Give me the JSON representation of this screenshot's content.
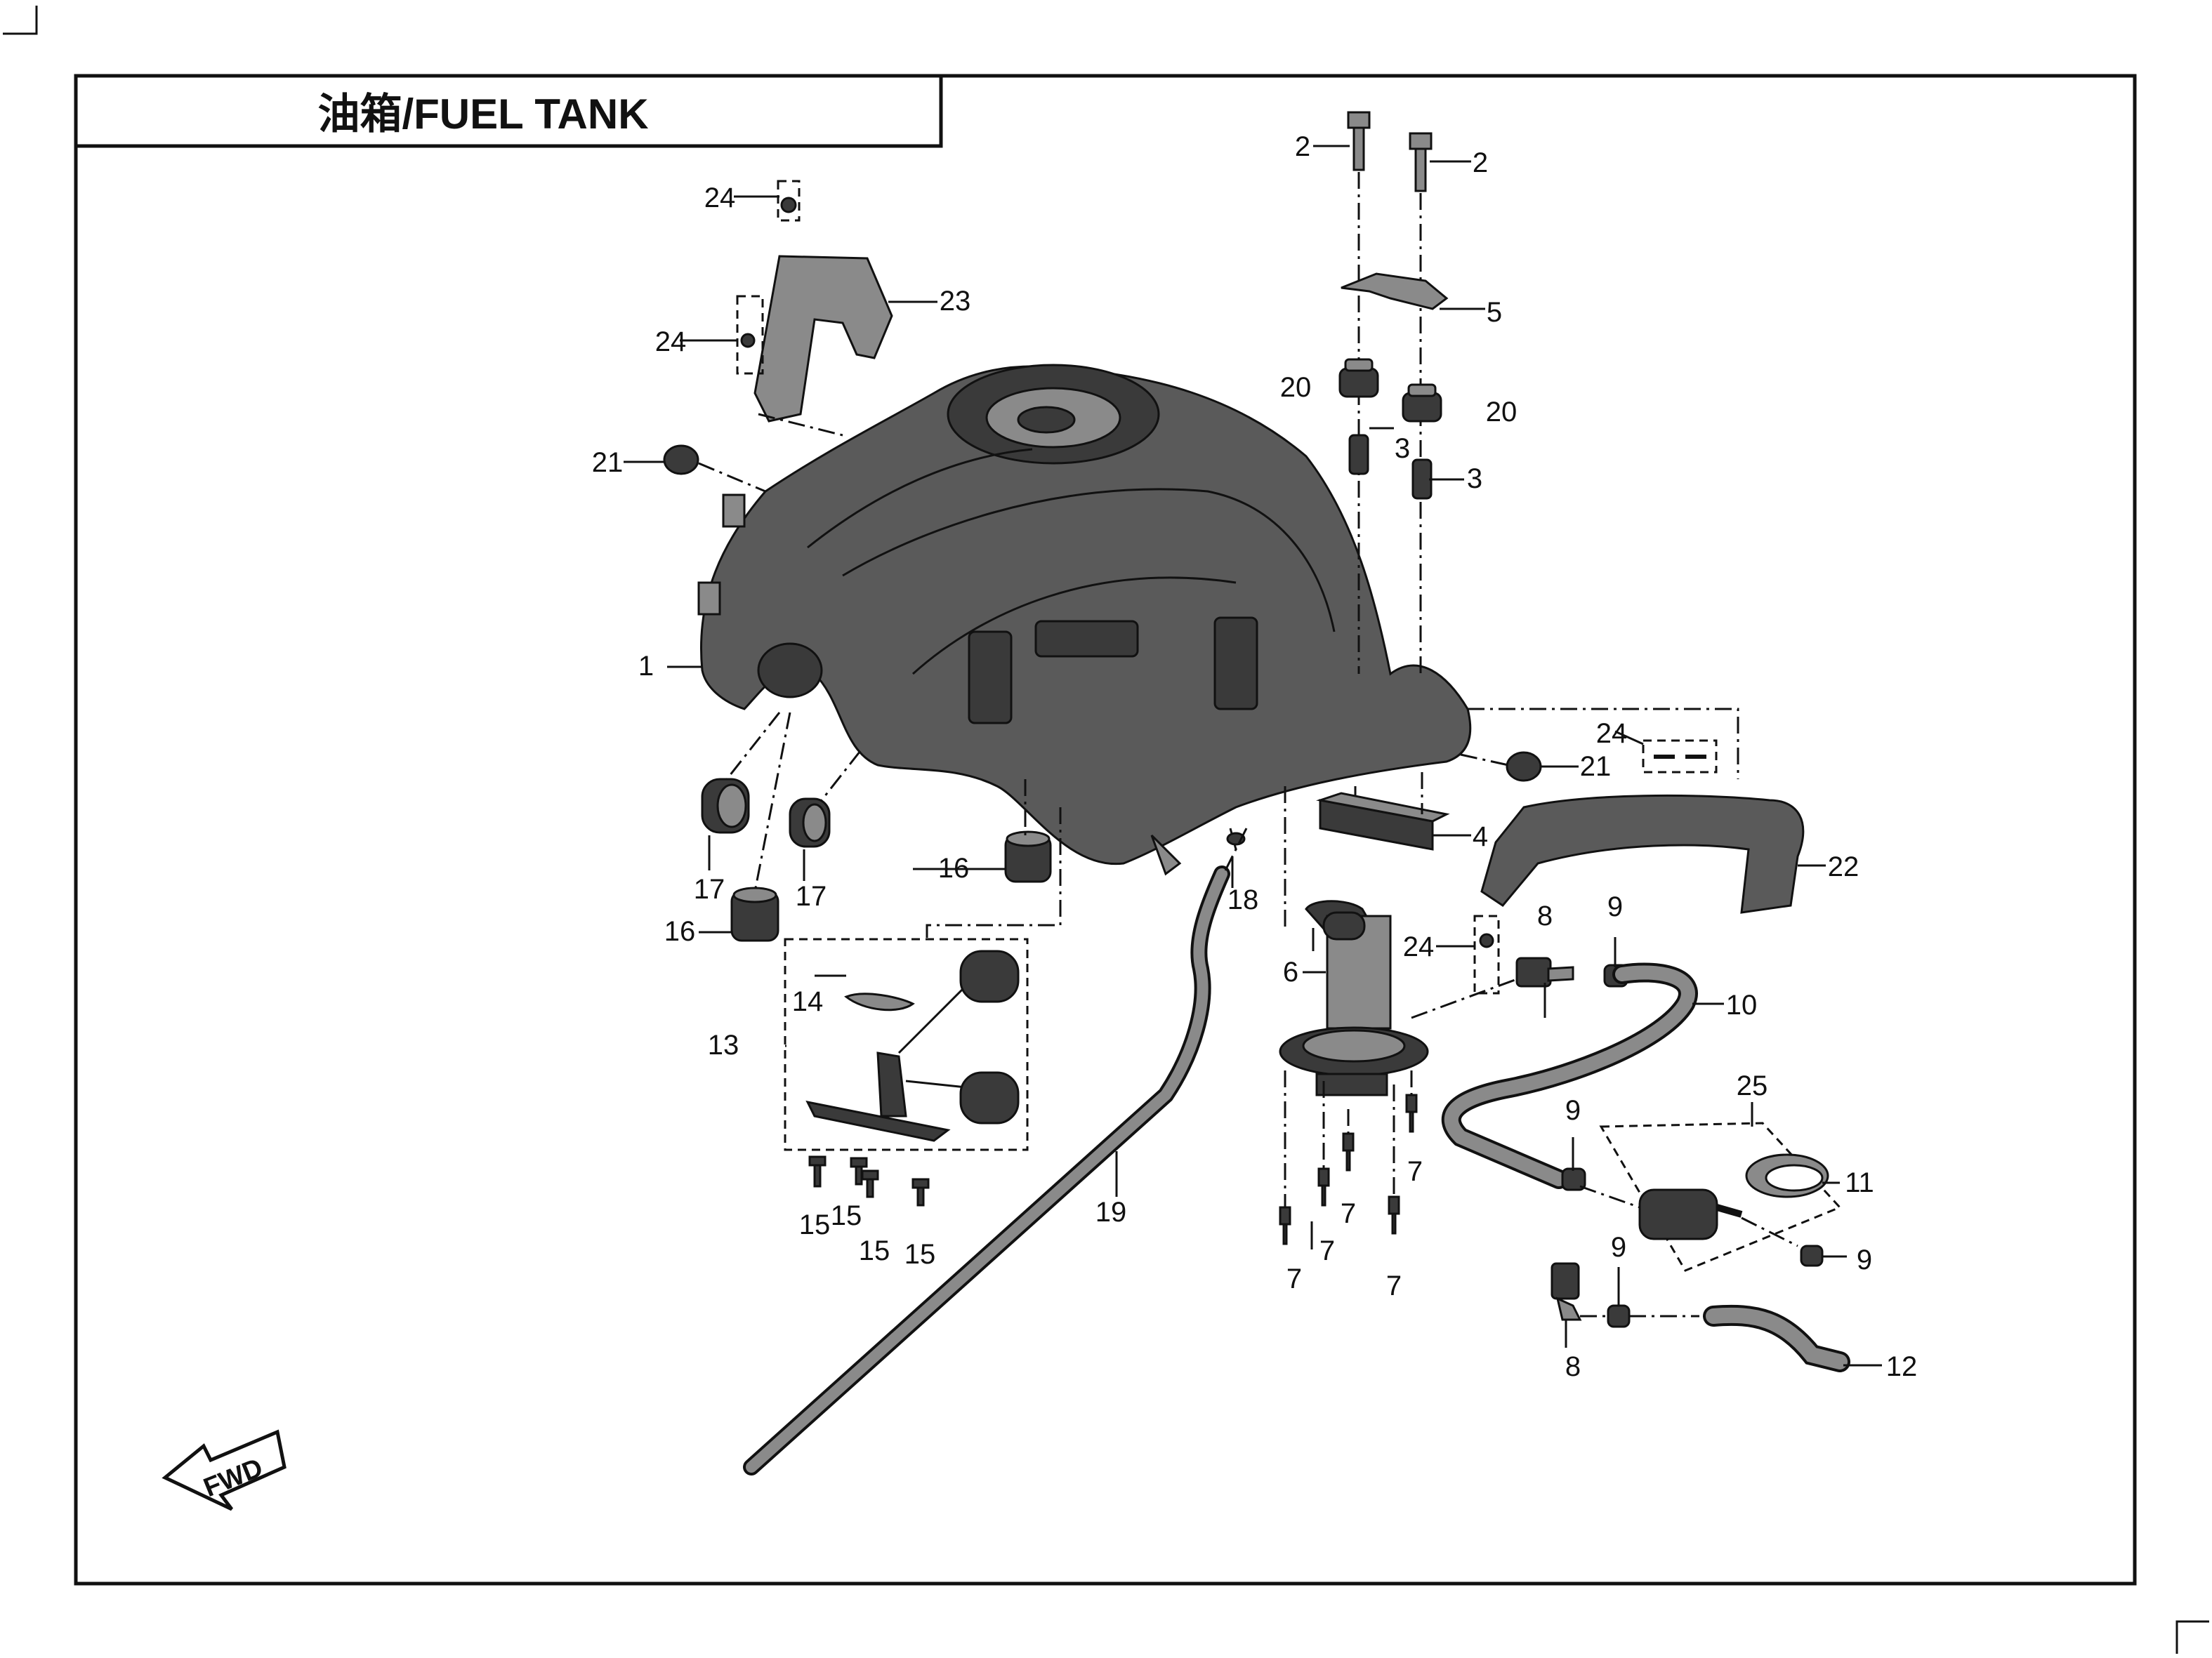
{
  "title": "油箱/FUEL TANK",
  "fwd_label": "FWD",
  "callouts": [
    {
      "id": "c1",
      "text": "1"
    },
    {
      "id": "c2a",
      "text": "2"
    },
    {
      "id": "c2b",
      "text": "2"
    },
    {
      "id": "c3a",
      "text": "3"
    },
    {
      "id": "c3b",
      "text": "3"
    },
    {
      "id": "c4",
      "text": "4"
    },
    {
      "id": "c5",
      "text": "5"
    },
    {
      "id": "c6",
      "text": "6"
    },
    {
      "id": "c7a",
      "text": "7"
    },
    {
      "id": "c7b",
      "text": "7"
    },
    {
      "id": "c7c",
      "text": "7"
    },
    {
      "id": "c7d",
      "text": "7"
    },
    {
      "id": "c7e",
      "text": "7"
    },
    {
      "id": "c8a",
      "text": "8"
    },
    {
      "id": "c8b",
      "text": "8"
    },
    {
      "id": "c9a",
      "text": "9"
    },
    {
      "id": "c9b",
      "text": "9"
    },
    {
      "id": "c9c",
      "text": "9"
    },
    {
      "id": "c9d",
      "text": "9"
    },
    {
      "id": "c10",
      "text": "10"
    },
    {
      "id": "c11",
      "text": "11"
    },
    {
      "id": "c12",
      "text": "12"
    },
    {
      "id": "c13",
      "text": "13"
    },
    {
      "id": "c14",
      "text": "14"
    },
    {
      "id": "c15a",
      "text": "15"
    },
    {
      "id": "c15b",
      "text": "15"
    },
    {
      "id": "c15c",
      "text": "15"
    },
    {
      "id": "c15d",
      "text": "15"
    },
    {
      "id": "c16a",
      "text": "16"
    },
    {
      "id": "c16b",
      "text": "16"
    },
    {
      "id": "c17a",
      "text": "17"
    },
    {
      "id": "c17b",
      "text": "17"
    },
    {
      "id": "c18",
      "text": "18"
    },
    {
      "id": "c19",
      "text": "19"
    },
    {
      "id": "c20a",
      "text": "20"
    },
    {
      "id": "c20b",
      "text": "20"
    },
    {
      "id": "c21a",
      "text": "21"
    },
    {
      "id": "c21b",
      "text": "21"
    },
    {
      "id": "c22",
      "text": "22"
    },
    {
      "id": "c23",
      "text": "23"
    },
    {
      "id": "c24a",
      "text": "24"
    },
    {
      "id": "c24b",
      "text": "24"
    },
    {
      "id": "c24c",
      "text": "24"
    },
    {
      "id": "c24d",
      "text": "24"
    },
    {
      "id": "c25",
      "text": "25"
    }
  ]
}
